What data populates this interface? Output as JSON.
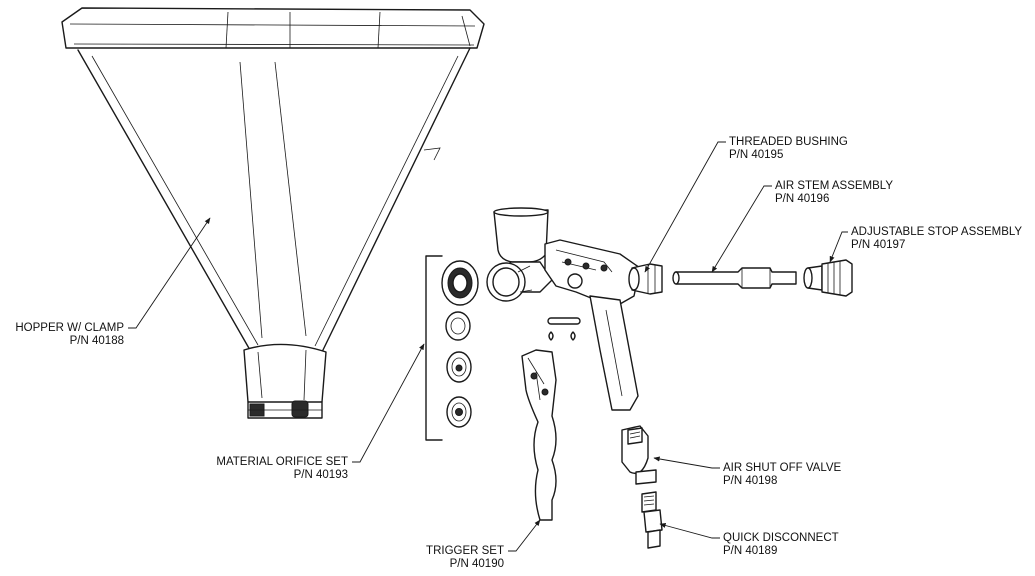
{
  "callouts": {
    "hopper": {
      "name": "HOPPER W/ CLAMP",
      "part_no": "P/N 40188"
    },
    "orifice": {
      "name": "MATERIAL ORIFICE SET",
      "part_no": "P/N 40193"
    },
    "trigger": {
      "name": "TRIGGER SET",
      "part_no": "P/N 40190"
    },
    "bushing": {
      "name": "THREADED BUSHING",
      "part_no": "P/N 40195"
    },
    "air_stem": {
      "name": "AIR STEM ASSEMBLY",
      "part_no": "P/N 40196"
    },
    "stop": {
      "name": "ADJUSTABLE STOP ASSEMBLY",
      "part_no": "P/N 40197"
    },
    "shutoff": {
      "name": "AIR SHUT OFF VALVE",
      "part_no": "P/N 40198"
    },
    "disconnect": {
      "name": "QUICK DISCONNECT",
      "part_no": "P/N 40189"
    }
  }
}
